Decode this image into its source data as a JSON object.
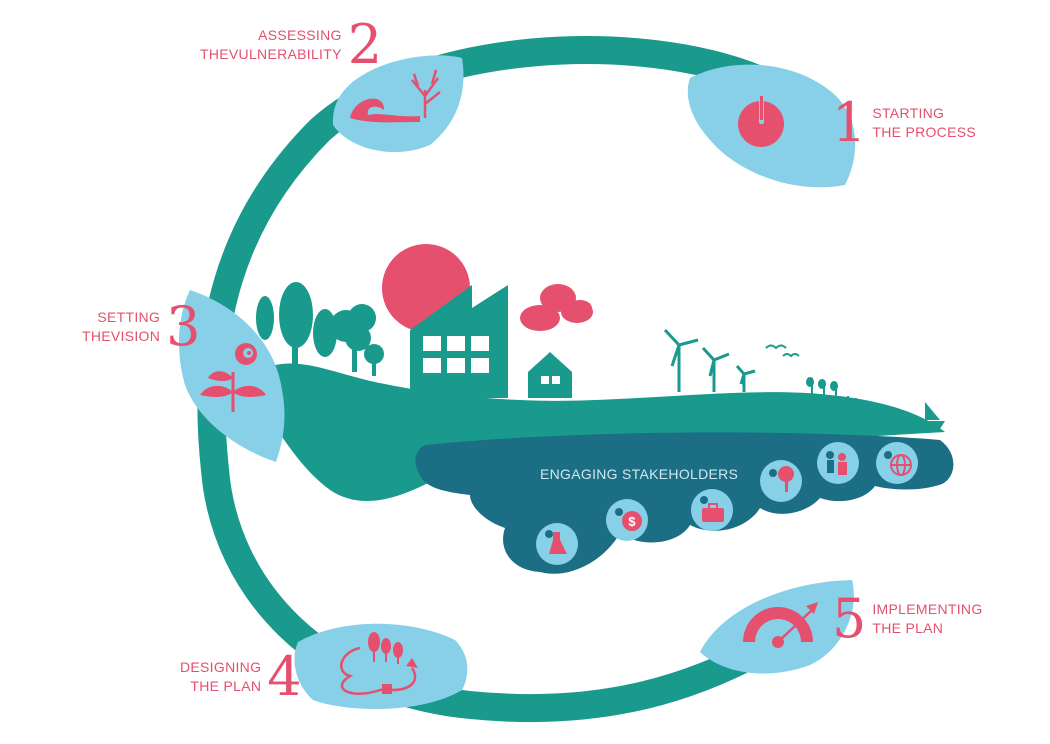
{
  "colors": {
    "ring": "#1a9a8c",
    "leaf": "#87d0e8",
    "accent": "#e5506e",
    "cloud": "#1b6e84",
    "white": "#ffffff"
  },
  "steps": [
    {
      "number": "1",
      "line1": "STARTING",
      "line2": "THE PROCESS",
      "icon": "power-icon"
    },
    {
      "number": "2",
      "line1": "ASSESSING",
      "line2": "THEVULNERABILITY",
      "icon": "wave-tree-icon"
    },
    {
      "number": "3",
      "line1": "SETTING",
      "line2": "THEVISION",
      "icon": "plant-icon"
    },
    {
      "number": "4",
      "line1": "DESIGNING",
      "line2": "THE PLAN",
      "icon": "trees-path-icon"
    },
    {
      "number": "5",
      "line1": "IMPLEMENTING",
      "line2": "THE PLAN",
      "icon": "gauge-icon"
    }
  ],
  "stakeholders": {
    "title": "ENGAGING STAKEHOLDERS",
    "icons": [
      "science-icon",
      "finance-icon",
      "business-icon",
      "nature-icon",
      "community-icon",
      "global-icon"
    ],
    "finance_symbol": "$"
  }
}
